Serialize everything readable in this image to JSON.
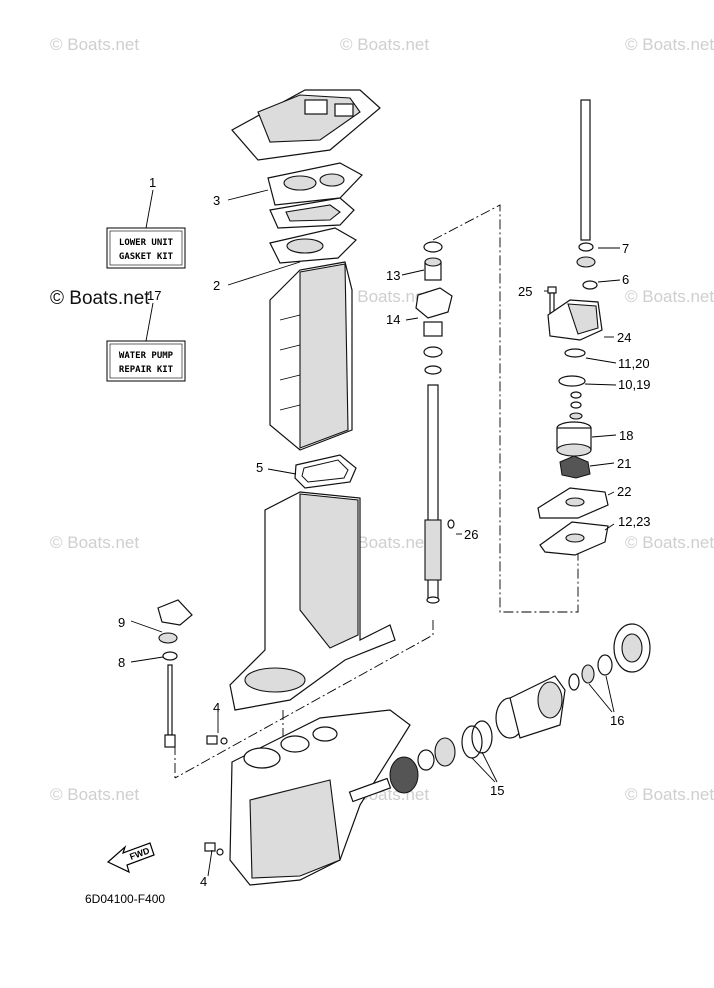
{
  "watermark": "© Boats.net",
  "diagram_code": "6D04100-F400",
  "fwd_label": "FWD",
  "kits": {
    "lower_unit": [
      "LOWER UNIT",
      "GASKET KIT"
    ],
    "water_pump": [
      "WATER PUMP",
      "REPAIR KIT"
    ]
  },
  "callouts": [
    "1",
    "2",
    "3",
    "4",
    "4",
    "5",
    "6",
    "7",
    "8",
    "9",
    "10,19",
    "11,20",
    "12,23",
    "13",
    "14",
    "15",
    "16",
    "17",
    "18",
    "21",
    "22",
    "24",
    "25",
    "26"
  ]
}
